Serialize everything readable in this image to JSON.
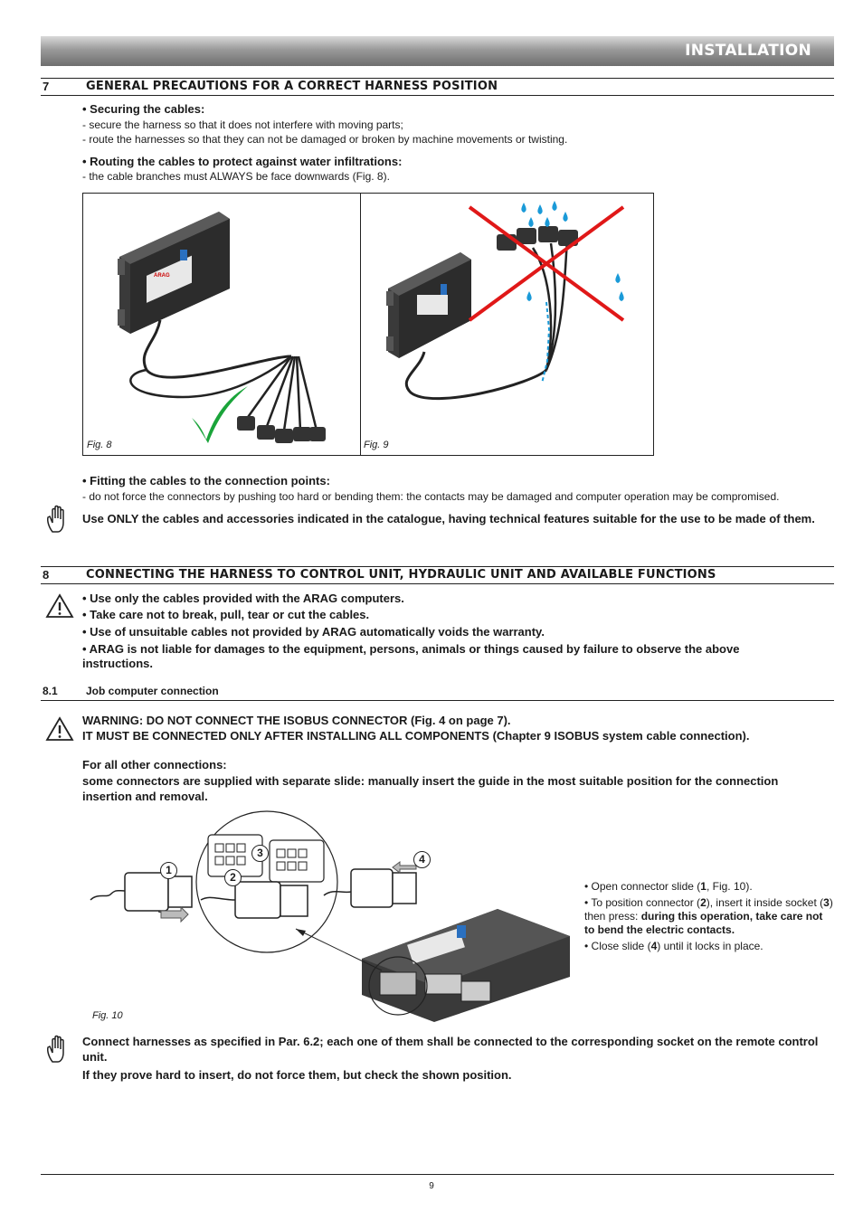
{
  "header": {
    "title": "INSTALLATION"
  },
  "section7": {
    "number": "7",
    "title": "GENERAL PRECAUTIONS FOR A CORRECT HARNESS POSITION",
    "securing_title": "• Securing the cables:",
    "securing_lines": [
      "- secure the harness so that it does not interfere with moving parts;",
      "- route the harnesses so that they can not be damaged or broken by machine movements or twisting."
    ],
    "routing_title": "• Routing the cables to protect against water infiltrations:",
    "routing_line": "- the cable branches must ALWAYS be face downwards (Fig. 8).",
    "fig8_caption": "Fig. 8",
    "fig9_caption": "Fig. 9",
    "fitting_title": "• Fitting the cables to the connection points:",
    "fitting_line": "- do not force the connectors by pushing too hard or bending them: the contacts may be damaged and computer operation may be compromised.",
    "note": "Use ONLY the cables and accessories indicated in the catalogue, having technical features suitable for the use to be made of them."
  },
  "section8": {
    "number": "8",
    "title": "CONNECTING THE HARNESS TO CONTROL UNIT, HYDRAULIC UNIT AND AVAILABLE FUNCTIONS",
    "warnings": [
      "• Use only the cables provided with the ARAG computers.",
      "• Take care not to break, pull, tear or cut the cables.",
      "• Use of unsuitable cables not provided by ARAG automatically voids the warranty.",
      "• ARAG is not liable for damages to the equipment, persons, animals or things caused by failure to observe the above instructions."
    ]
  },
  "section81": {
    "number": "8.1",
    "title": "Job computer connection",
    "warning_line1": "WARNING: DO NOT CONNECT THE ISOBUS CONNECTOR (Fig. 4 on page 7).",
    "warning_line2": "IT MUST BE CONNECTED ONLY AFTER INSTALLING ALL COMPONENTS (Chapter 9 ISOBUS system cable connection).",
    "other_title": "For all other connections:",
    "other_text": "some connectors are supplied with separate slide: manually insert the guide in the most suitable position for the connection insertion and removal.",
    "fig10_caption": "Fig. 10",
    "callouts": [
      "1",
      "2",
      "3",
      "4"
    ],
    "steps": {
      "s1_a": "• Open connector slide (",
      "s1_b": "1",
      "s1_c": ", Fig. 10).",
      "s2_a": "• To position connector (",
      "s2_b": "2",
      "s2_c": "), insert it inside socket (",
      "s2_d": "3",
      "s2_e": ") then press: ",
      "s2_f": "during this operation, take care not to bend the electric contacts.",
      "s3_a": "• Close slide (",
      "s3_b": "4",
      "s3_c": ") until it locks in place."
    },
    "final_note1": "Connect harnesses as specified in Par. 6.2; each one of them shall be connected to the corresponding socket on the remote control unit.",
    "final_note2": "If they prove hard to insert, do not force them, but check the shown position."
  },
  "device_label": "ARAG",
  "page_number": "9",
  "colors": {
    "check": "#1aa43a",
    "cross": "#e01818",
    "water": "#1a9ad8",
    "banner": "#8a8a8a"
  }
}
